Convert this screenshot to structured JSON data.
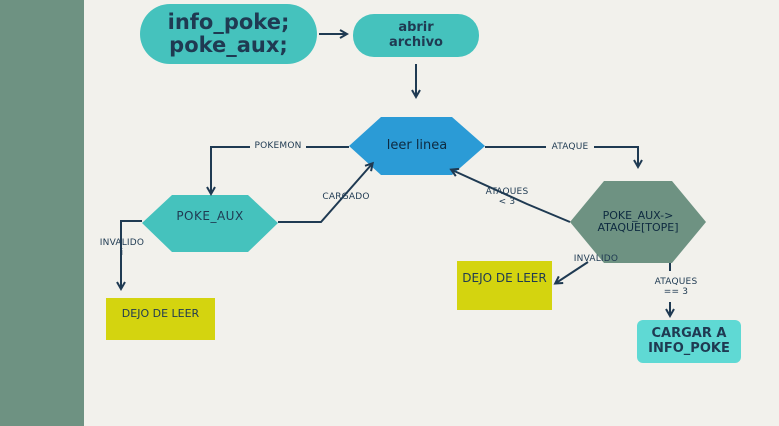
{
  "nodes": {
    "variables": "info_poke;\npoke_aux;",
    "open_file": "abrir\narchivo",
    "read_line": "leer linea",
    "poke_aux": "POKE_AUX",
    "poke_aux_attack": "POKE_AUX->\nATAQUE[TOPE]",
    "stop_reading_left": "DEJO DE LEER",
    "stop_reading_right": "DEJO DE LEER",
    "load_info_poke": "CARGAR A\nINFO_POKE"
  },
  "edges": {
    "pokemon": "POKEMON",
    "ataque": "ATAQUE",
    "cargado": "CARGADO",
    "ataques_lt_3": "ATAQUES\n< 3",
    "invalido_left": "INVALIDO\ni",
    "invalido_right": "INVALIDO",
    "ataques_eq_3": "ATAQUES\n== 3"
  },
  "colors": {
    "teal": "#45c2bd",
    "blue": "#2b9bd6",
    "gray_green": "#6e9282",
    "yellow": "#d4d40f",
    "cyan": "#5fd9d4",
    "arrow": "#1f3a52"
  }
}
